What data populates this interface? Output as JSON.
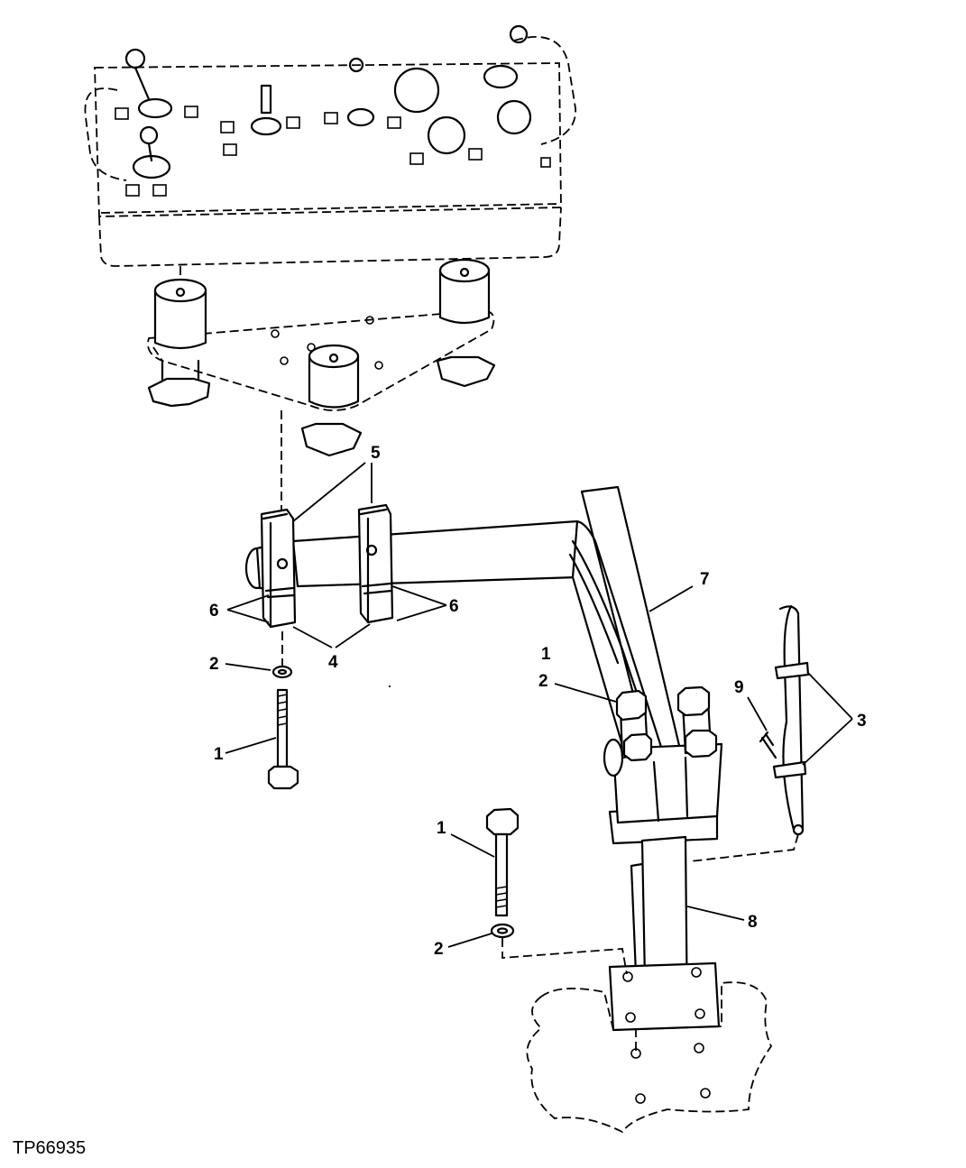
{
  "figure_id": "TP66935",
  "callouts": {
    "c5": "5",
    "c6_left": "6",
    "c6_right": "6",
    "c4": "4",
    "c2_left": "2",
    "c1_left": "1",
    "c7": "7",
    "c1_right": "1",
    "c2_right": "2",
    "c9": "9",
    "c3": "3",
    "c1_bottom": "1",
    "c2_bottom": "2",
    "c8": "8"
  }
}
